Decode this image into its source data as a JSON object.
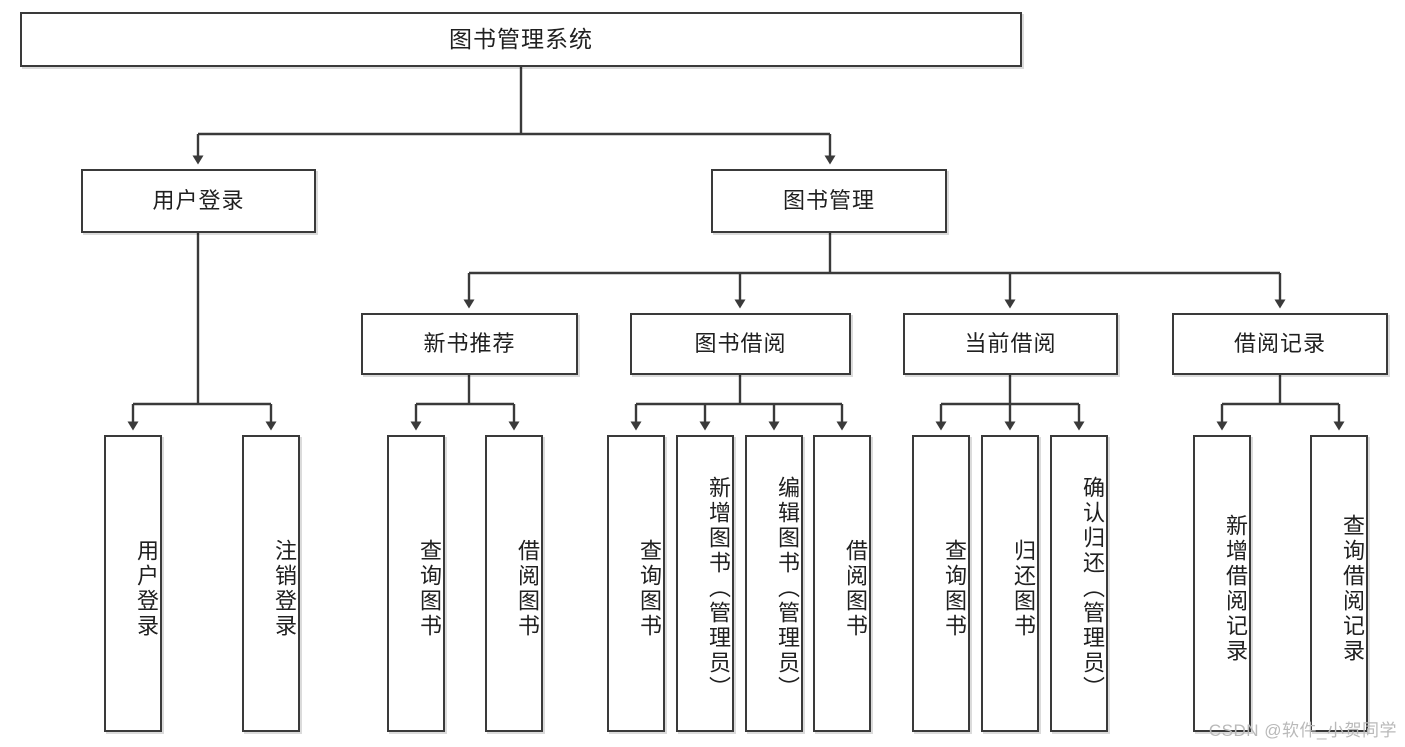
{
  "diagram": {
    "title": "图书管理系统",
    "watermark": "CSDN @软件_小贺同学",
    "stroke_color": "#3a3a3a",
    "text_color": "#202020",
    "background": "#ffffff",
    "root": {
      "label": "图书管理系统"
    },
    "level2": [
      {
        "label": "用户登录"
      },
      {
        "label": "图书管理"
      }
    ],
    "level3": [
      {
        "label": "新书推荐"
      },
      {
        "label": "图书借阅"
      },
      {
        "label": "当前借阅"
      },
      {
        "label": "借阅记录"
      }
    ],
    "leaves": [
      {
        "label": "用户登录"
      },
      {
        "label": "注销登录"
      },
      {
        "label": "查询图书"
      },
      {
        "label": "借阅图书"
      },
      {
        "label": "查询图书"
      },
      {
        "label": "新增图书（管理员）"
      },
      {
        "label": "编辑图书（管理员）"
      },
      {
        "label": "借阅图书"
      },
      {
        "label": "查询图书"
      },
      {
        "label": "归还图书"
      },
      {
        "label": "确认归还（管理员）"
      },
      {
        "label": "新增借阅记录"
      },
      {
        "label": "查询借阅记录"
      }
    ]
  }
}
